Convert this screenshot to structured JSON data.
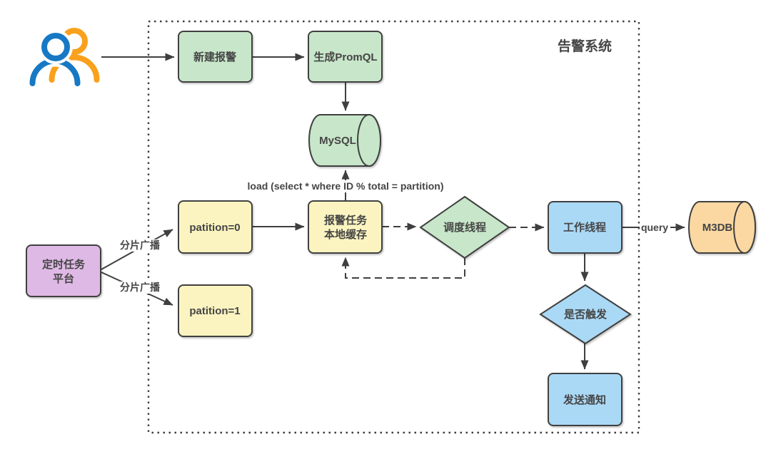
{
  "diagram": {
    "system_label": "告警系统",
    "nodes": {
      "create_alert": "新建报警",
      "generate_promql": "生成PromQL",
      "mysql": "MySQL",
      "partition0": "patition=0",
      "partition1": "patition=1",
      "task_cache_line1": "报警任务",
      "task_cache_line2": "本地缓存",
      "scheduler_thread": "调度线程",
      "worker_thread": "工作线程",
      "m3db": "M3DB",
      "trigger_check": "是否触发",
      "send_notification": "发送通知",
      "cron_platform_line1": "定时任务",
      "cron_platform_line2": "平台"
    },
    "edge_labels": {
      "load_query": "load (select * where ID % total = partition)",
      "shard_broadcast_1": "分片广播",
      "shard_broadcast_2": "分片广播",
      "query": "query"
    },
    "icons": {
      "users": "users-icon"
    },
    "colors": {
      "green": "#c8e6c9",
      "yellow": "#fbf4c0",
      "blue": "#aad9f6",
      "purple": "#dfb9e6",
      "orange": "#fbd8a2",
      "stroke": "#3f3f3f",
      "text": "#454545",
      "icon_blue": "#1779c4",
      "icon_orange": "#f9a11c",
      "label_bg": "#ffffff"
    }
  }
}
